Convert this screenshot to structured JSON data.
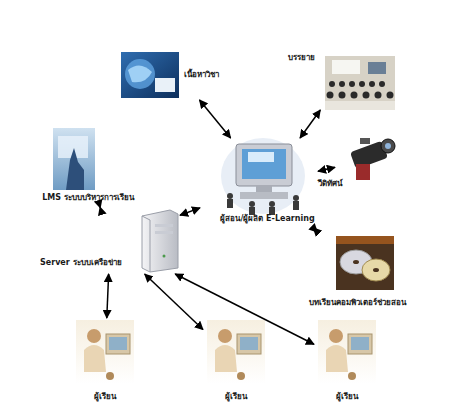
{
  "diagram": {
    "nodes": [
      {
        "text": [
          "เนื้อหาวิชา"
        ]
      },
      {
        "text": [
          "บรรยาย"
        ]
      },
      {
        "text": [
          "LMS ระบบบริหารการเรียน"
        ]
      },
      {
        "text": [
          "ผู้สอน/ผู้ผลิต E-Learning"
        ]
      },
      {
        "text": [
          "วีดิทัศน์"
        ]
      },
      {
        "text": [
          "Server ระบบเครือข่าย"
        ]
      },
      {
        "text": [
          "บทเรียนคอมพิวเตอร์ช่วยสอน"
        ]
      },
      {
        "text": [
          "ผู้เรียน"
        ]
      },
      {
        "text": [
          "ผู้เรียน"
        ]
      },
      {
        "text": [
          "ผู้เรียน"
        ]
      }
    ],
    "edges": [
      {
        "from": 3,
        "to": 0,
        "arrow": "both"
      },
      {
        "from": 3,
        "to": 1,
        "arrow": "both"
      },
      {
        "from": 3,
        "to": 4,
        "arrow": "both"
      },
      {
        "from": 3,
        "to": 6,
        "arrow": "both"
      },
      {
        "from": 3,
        "to": 5,
        "arrow": "both"
      },
      {
        "from": 5,
        "to": 2,
        "arrow": "both"
      },
      {
        "from": 5,
        "to": 7,
        "arrow": "both"
      },
      {
        "from": 5,
        "to": 8,
        "arrow": "both"
      },
      {
        "from": 5,
        "to": 9,
        "arrow": "both"
      }
    ]
  }
}
